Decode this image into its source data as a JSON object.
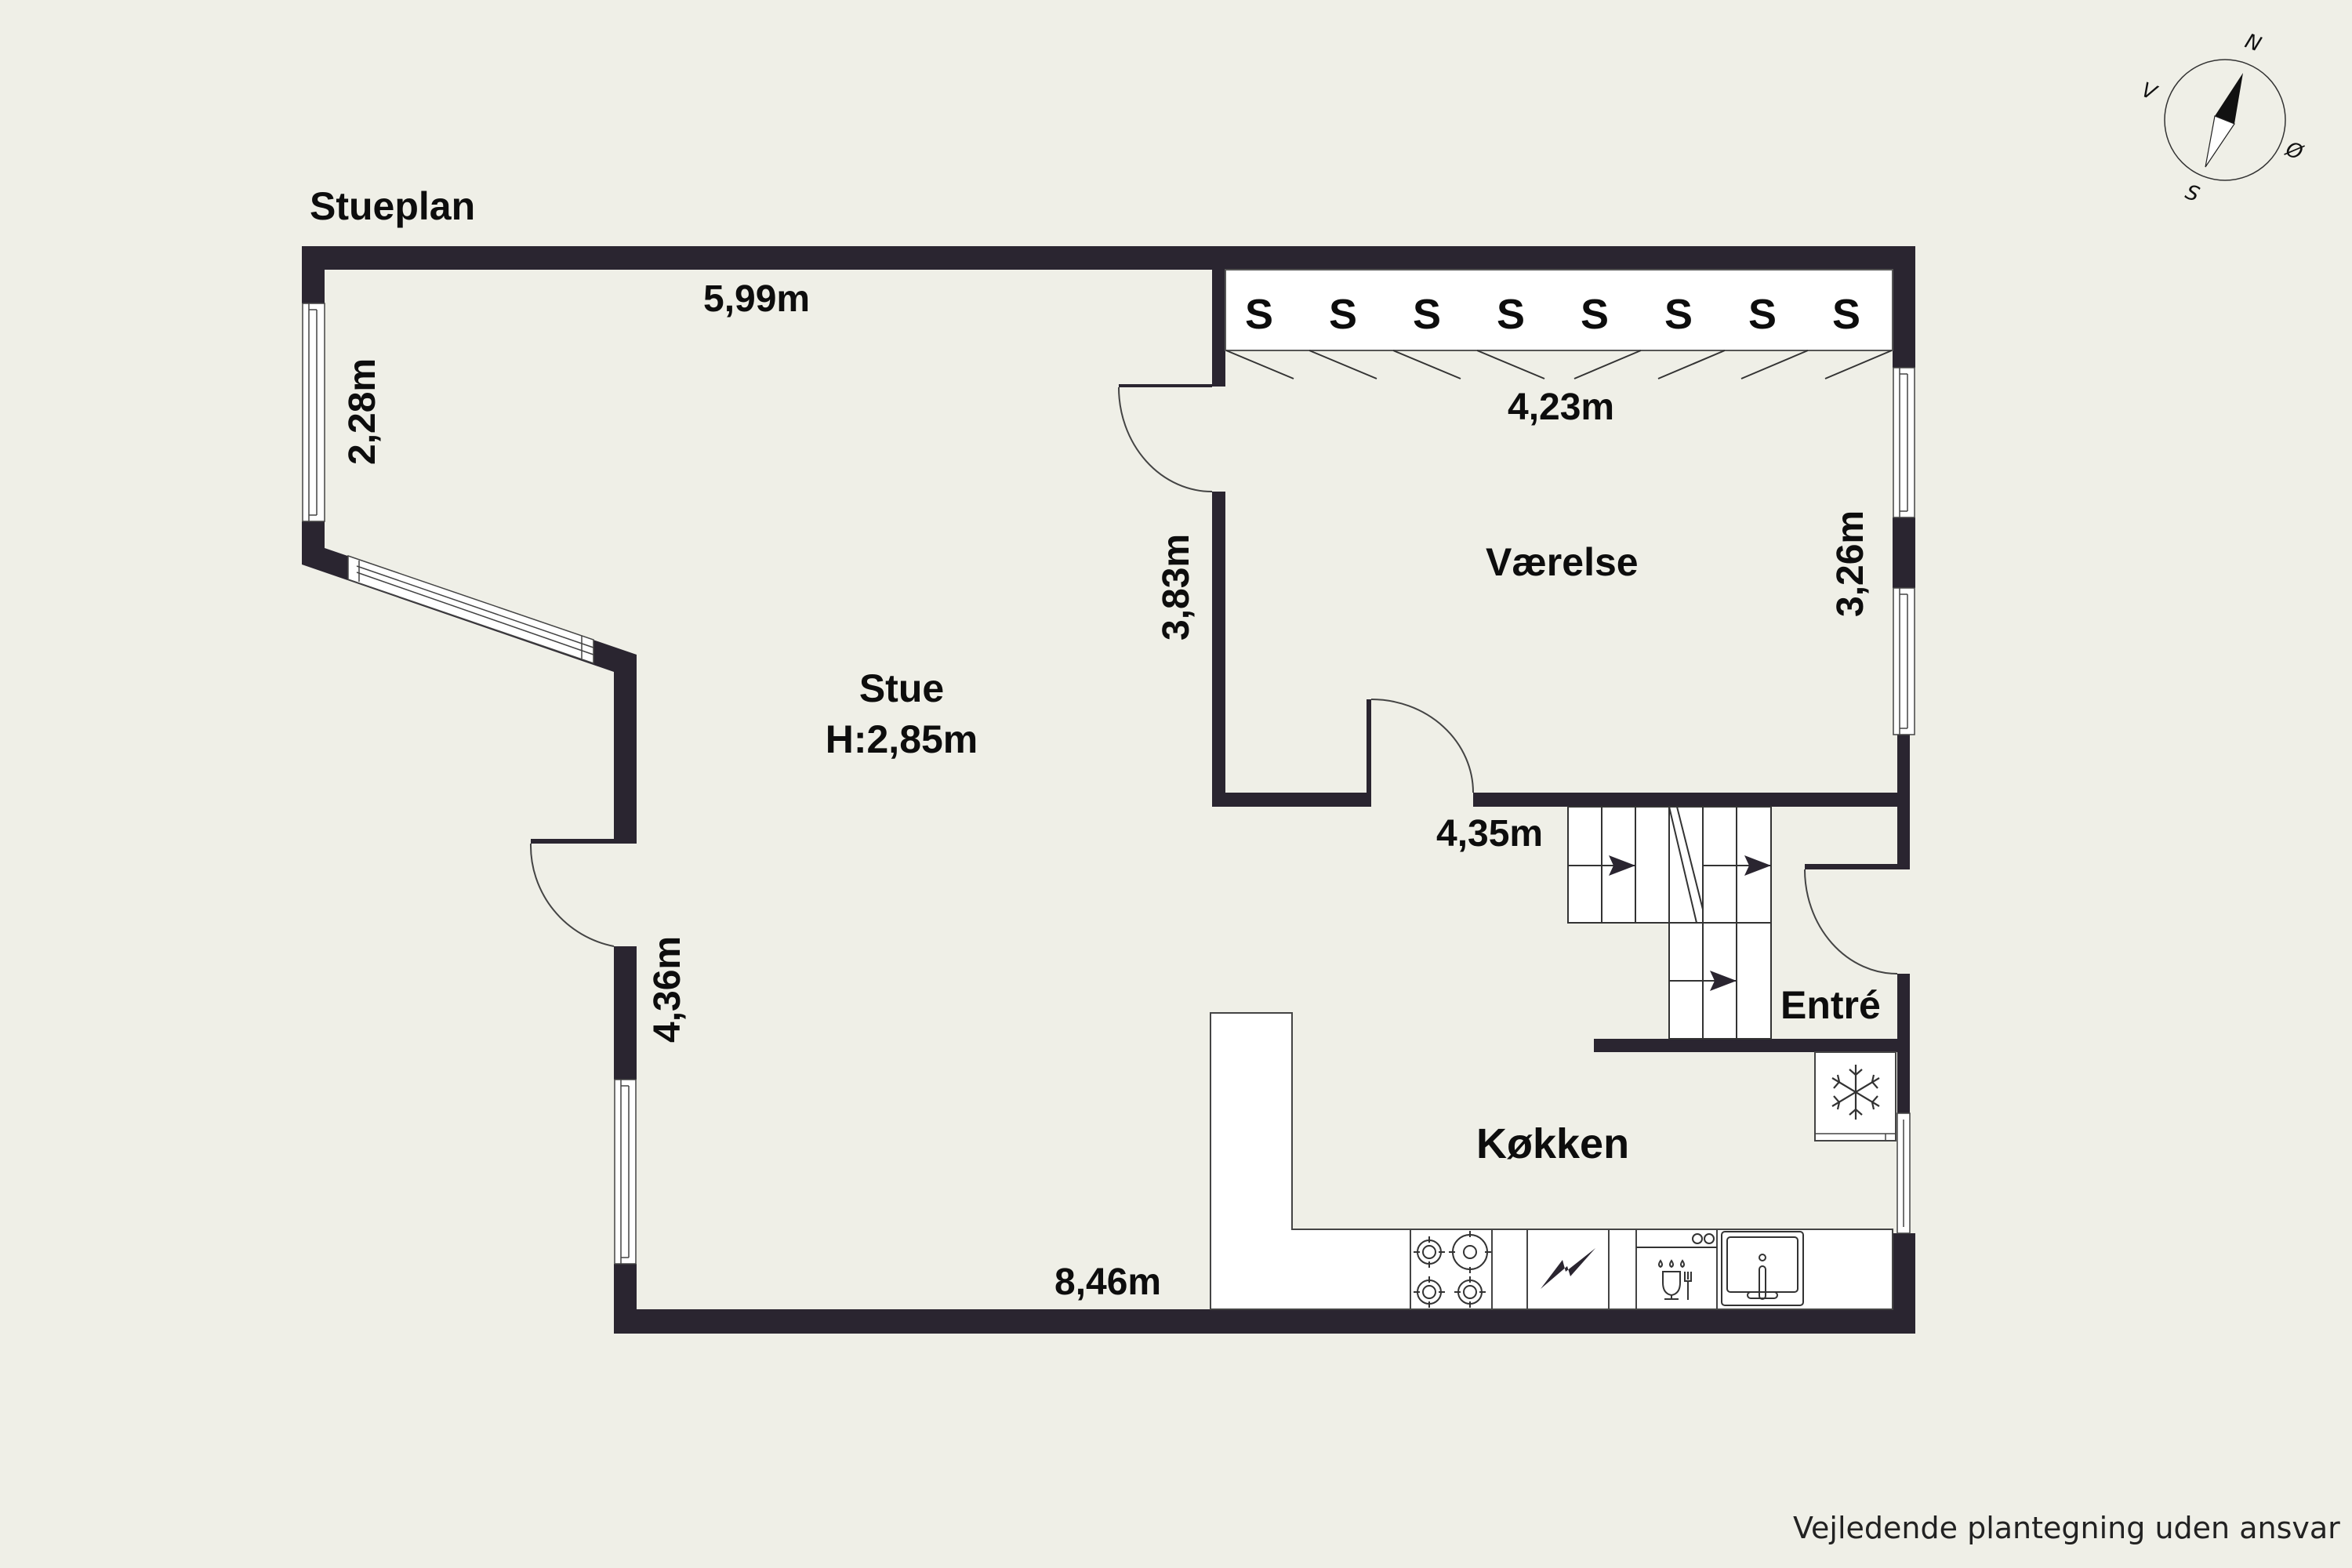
{
  "plan": {
    "title": "Stueplan",
    "disclaimer": "Vejledende plantegning uden ansvar",
    "colors": {
      "background": "#efefe7",
      "wall": "#2a2530",
      "fixture": "#ffffff",
      "line": "#333333",
      "text": "#0d0d0d"
    },
    "rooms": [
      {
        "name": "Stue",
        "subtitle": "H:2,85m"
      },
      {
        "name": "Værelse"
      },
      {
        "name": "Entré"
      },
      {
        "name": "Køkken"
      }
    ],
    "dimensions": {
      "top_stue": "5,99m",
      "left_window_wall": "2,28m",
      "vaerelse_wardrobe": "4,23m",
      "vaerelse_left": "3,83m",
      "vaerelse_right": "3,26m",
      "hall": "4,35m",
      "lower_left": "4,36m",
      "bottom": "8,46m"
    },
    "wardrobe": {
      "label": "S",
      "count": 8
    },
    "compass": {
      "north": "N",
      "south": "S",
      "east": "Ø",
      "west": "V",
      "rotation_deg": 20
    },
    "fixtures": [
      "stove-4-burner",
      "oven-electric",
      "dishwasher",
      "sink",
      "fridge",
      "staircase"
    ]
  }
}
